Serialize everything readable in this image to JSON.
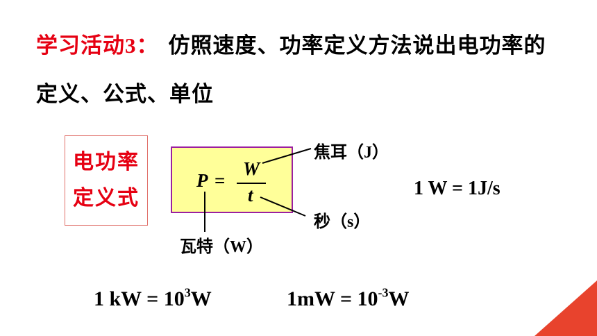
{
  "title": {
    "label_prefix": "学习活动",
    "label_number": "3",
    "label_colon": "：",
    "line1_body": "仿照速度、功率定义方法说出电功率的",
    "line2": "定义、公式、单位"
  },
  "definition_box": {
    "line1": "电功率",
    "line2": "定义式"
  },
  "formula": {
    "p": "P",
    "eq": "=",
    "numerator": "W",
    "denominator": "t"
  },
  "annotations": {
    "joule_text": "焦耳（",
    "joule_unit": "J",
    "joule_close": "）",
    "second_text": "秒（",
    "second_unit": "s",
    "second_close": "）",
    "watt_text": "瓦特（",
    "watt_unit": "W",
    "watt_close": "）"
  },
  "equations": {
    "w_def": "1 W = 1J/s",
    "kw_base": "1 kW = 10",
    "kw_exp": "3",
    "kw_unit": "W",
    "mw_base": "1mW = 10",
    "mw_exp": "-3",
    "mw_unit": "W"
  },
  "colors": {
    "accent_red": "#e60012",
    "formula_fill": "#ffff99",
    "formula_border": "#9b1fa0",
    "corner_red": "#e8432d"
  }
}
